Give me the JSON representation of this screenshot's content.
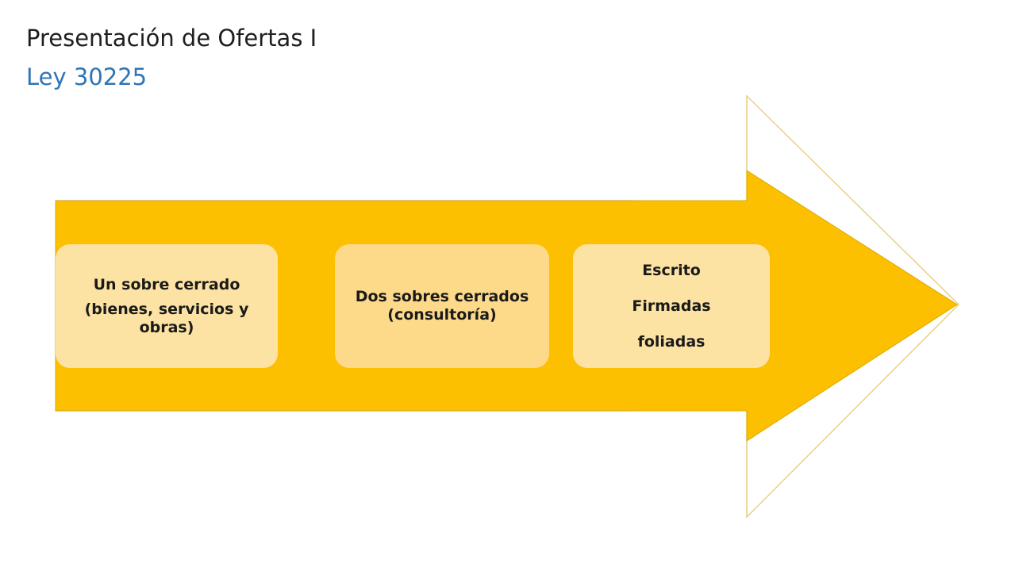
{
  "slide": {
    "title": "Presentación de Ofertas I",
    "subtitle": "Ley 30225"
  },
  "diagram": {
    "arrow_color": "#fdc000",
    "outline_color": "#e2c46a",
    "steps": [
      {
        "lines": [
          "Un sobre cerrado",
          "(bienes, servicios y obras)"
        ]
      },
      {
        "lines": [
          "Dos sobres cerrados (consultoría)"
        ]
      },
      {
        "lines": [
          "Escrito",
          "Firmadas",
          "foliadas"
        ]
      }
    ]
  }
}
